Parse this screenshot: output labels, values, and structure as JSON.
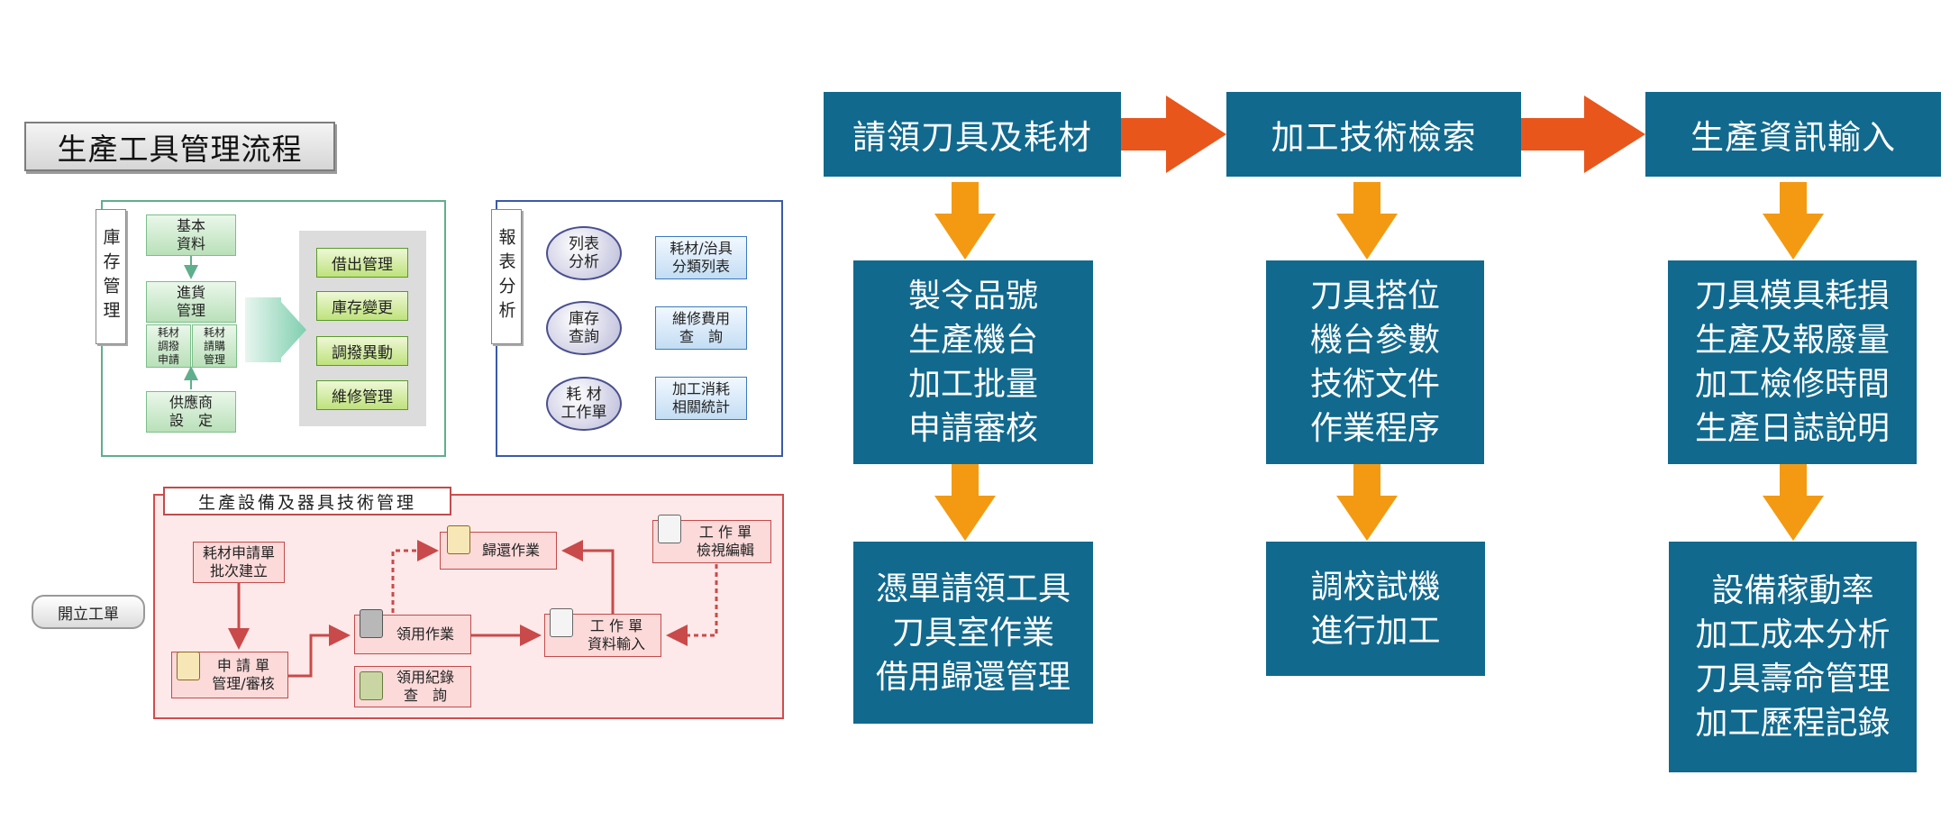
{
  "left": {
    "title": "生產工具管理流程",
    "inventory": {
      "label": "庫存管理",
      "basic": "基本\n資料",
      "purchase": "進貨\n管理",
      "consume_transfer": "耗材\n調撥\n申請",
      "consume_purchase": "耗材\n請購\n管理",
      "supplier": "供應商\n設　定",
      "actions": [
        "借出管理",
        "庫存變更",
        "調撥異動",
        "維修管理"
      ]
    },
    "report": {
      "label": "報表分析",
      "ovals": [
        "列表\n分析",
        "庫存\n查詢",
        "耗 材\n工作單"
      ],
      "boxes": [
        "耗材/治具\n分類列表",
        "維修費用\n查　詢",
        "加工消耗\n相關統計"
      ]
    },
    "equipment": {
      "title": "生產設備及器具技術管理",
      "open_order": "開立工單",
      "request_batch": "耗材申請單\n批次建立",
      "request_review": "申 請 單\n管理/審核",
      "return_job": "歸還作業",
      "receive_job": "領用作業",
      "receive_record": "領用紀錄\n查　詢",
      "workorder_input": "工 作 單\n資料輸入",
      "workorder_edit": "工 作 單\n檢視編輯"
    }
  },
  "flow": {
    "columns": [
      {
        "header": "請領刀具及耗材",
        "block1": [
          "製令品號",
          "生產機台",
          "加工批量",
          "申請審核"
        ],
        "block2": [
          "憑單請領工具",
          "刀具室作業",
          "借用歸還管理"
        ]
      },
      {
        "header": "加工技術檢索",
        "block1": [
          "刀具搭位",
          "機台參數",
          "技術文件",
          "作業程序"
        ],
        "block2": [
          "調校試機",
          "進行加工"
        ]
      },
      {
        "header": "生產資訊輸入",
        "block1": [
          "刀具模具耗損",
          "生產及報廢量",
          "加工檢修時間",
          "生產日誌說明"
        ],
        "block2": [
          "設備稼動率",
          "加工成本分析",
          "刀具壽命管理",
          "加工歷程記錄"
        ]
      }
    ],
    "colors": {
      "block": "#11698e",
      "arrow_right": "#e8561c",
      "arrow_down": "#f39a12"
    }
  }
}
